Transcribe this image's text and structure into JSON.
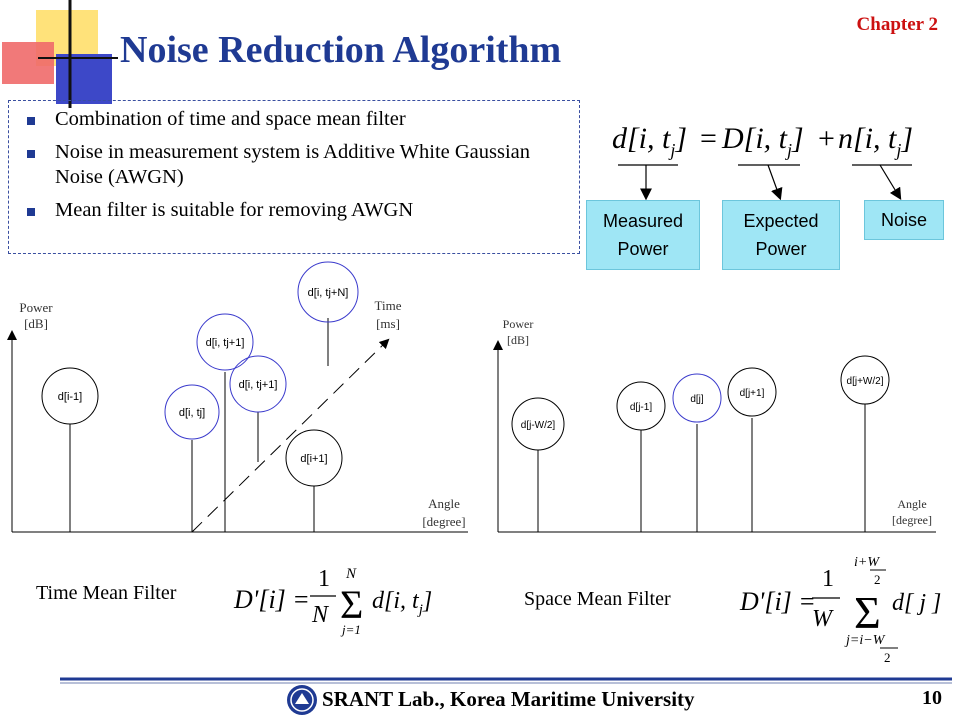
{
  "header": {
    "title": "Noise Reduction Algorithm",
    "chapter": "Chapter 2"
  },
  "bullets": [
    "Combination of time and space mean filter",
    "Noise in measurement system is Additive White Gaussian Noise (AWGN)",
    "Mean filter is suitable for removing AWGN"
  ],
  "equation": {
    "lhs": "d[i, t",
    "lhs_sub": "j",
    "rhs_expected": "D[i, t",
    "rhs_noise": "n[i, t",
    "labels": {
      "measured": [
        "Measured",
        "Power"
      ],
      "expected": [
        "Expected",
        "Power"
      ],
      "noise": "Noise"
    }
  },
  "time_diagram": {
    "y_label": [
      "Power",
      "[dB]"
    ],
    "x_label": [
      "Angle",
      "[degree]"
    ],
    "t_label": [
      "Time",
      "[ms]"
    ],
    "nodes": [
      "d[i-1]",
      "d[i, tj]",
      "d[i, tj+1]",
      "d[i, tj+1]",
      "d[i, tj+N]",
      "d[i+1]"
    ]
  },
  "space_diagram": {
    "y_label": [
      "Power",
      "[dB]"
    ],
    "x_label": [
      "Angle",
      "[degree]"
    ],
    "nodes": [
      "d[j-W/2]",
      "d[j-1]",
      "d[j]",
      "d[j+1]",
      "d[j+W/2]"
    ]
  },
  "filters": {
    "time_label": "Time Mean Filter",
    "space_label": "Space Mean Filter",
    "time_formula": {
      "lhs": "D'[i] =",
      "frac_num": "1",
      "frac_den": "N",
      "sum_top": "N",
      "sum_bot": "j=1",
      "term": "d[i, t",
      "term_sub": "j",
      "term_end": "]"
    },
    "space_formula": {
      "lhs": "D'[i] =",
      "frac_num": "1",
      "frac_den": "W",
      "sum_top_a": "i+",
      "sum_top_b": "W",
      "sum_top_c": "2",
      "sum_bot_a": "j=i−",
      "sum_bot_b": "W",
      "sum_bot_c": "2",
      "term": "d[ j ]"
    }
  },
  "footer": {
    "text": "SRANT Lab., Korea Maritime University",
    "page": "10"
  },
  "colors": {
    "title": "#1f3a93",
    "chapter": "#cc1111",
    "label_box": "#9fe6f5",
    "node_highlight": "#3a3acc"
  }
}
